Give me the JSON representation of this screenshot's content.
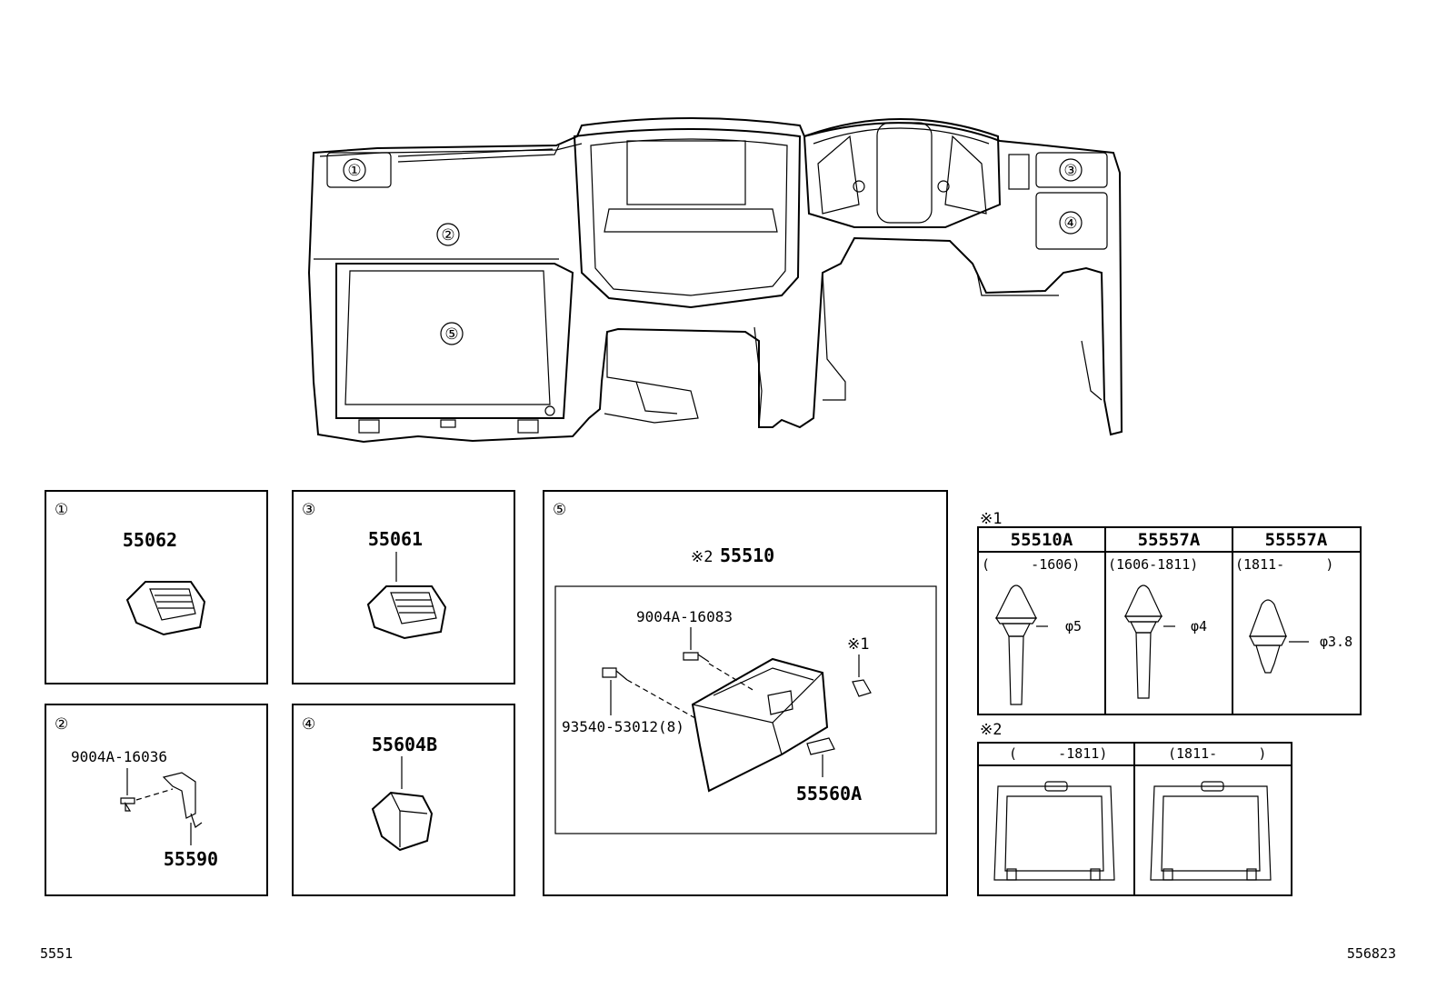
{
  "dashboard": {
    "callouts": [
      "①",
      "②",
      "③",
      "④",
      "⑤"
    ]
  },
  "panels": {
    "p1": {
      "key": "①",
      "part": "55062"
    },
    "p2": {
      "key": "②",
      "screw": "9004A-16036",
      "part": "55590"
    },
    "p3": {
      "key": "③",
      "part": "55061"
    },
    "p4": {
      "key": "④",
      "part": "55604B"
    },
    "p5": {
      "key": "⑤",
      "ref_mark": "※2",
      "assembly": "55510",
      "screw_a": "9004A-16083",
      "screw_b": "93540-53012(8)",
      "ref1": "※1",
      "latch": "55560A"
    }
  },
  "note1": {
    "mark": "※1",
    "columns": [
      {
        "part": "55510A",
        "range": "(     -1606)",
        "dim": "φ5"
      },
      {
        "part": "55557A",
        "range": "(1606-1811)",
        "dim": "φ4"
      },
      {
        "part": "55557A",
        "range": "(1811-     )",
        "dim": "φ3.8"
      }
    ]
  },
  "note2": {
    "mark": "※2",
    "columns": [
      {
        "range": "(     -1811)"
      },
      {
        "range": "(1811-     )"
      }
    ]
  },
  "footer": {
    "left": "5551",
    "right": "556823"
  }
}
